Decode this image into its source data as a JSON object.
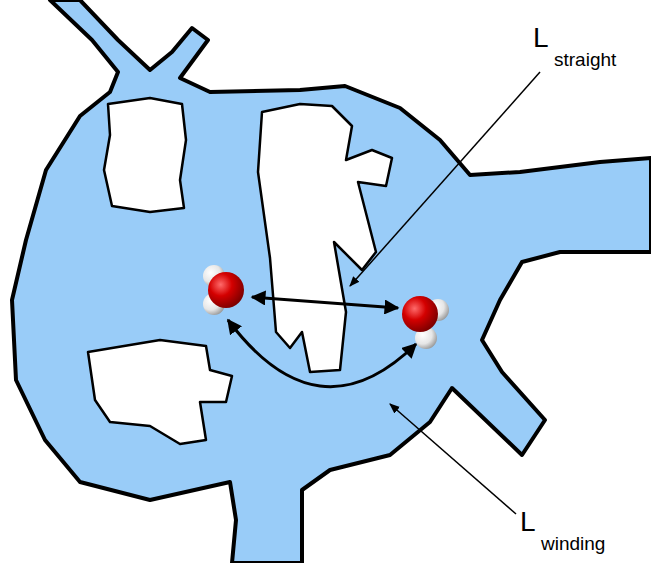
{
  "diagram": {
    "labels": [
      "L",
      "straight",
      "L",
      "winding"
    ]
  }
}
